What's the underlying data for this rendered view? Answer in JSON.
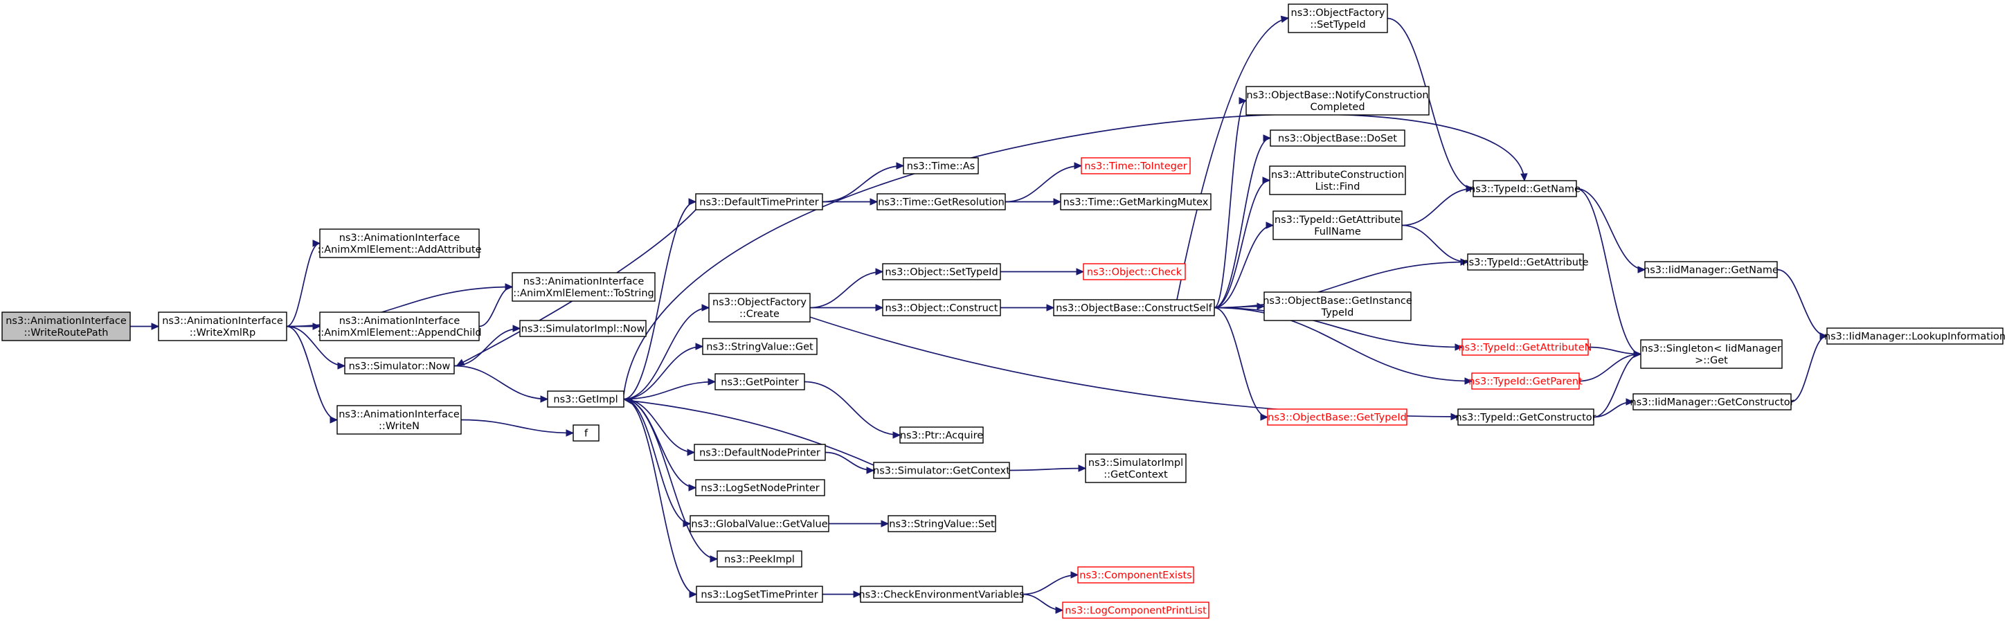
{
  "nodes": [
    {
      "id": "root",
      "lines": [
        "ns3::AnimationInterface",
        "::WriteRoutePath"
      ],
      "style": "root"
    },
    {
      "id": "writeXmlRp",
      "lines": [
        "ns3::AnimationInterface",
        "::WriteXmlRp"
      ]
    },
    {
      "id": "addAttribute",
      "lines": [
        "ns3::AnimationInterface",
        "::AnimXmlElement::AddAttribute"
      ]
    },
    {
      "id": "toString",
      "lines": [
        "ns3::AnimationInterface",
        "::AnimXmlElement::ToString"
      ]
    },
    {
      "id": "appendChild",
      "lines": [
        "ns3::AnimationInterface",
        "::AnimXmlElement::AppendChild"
      ]
    },
    {
      "id": "simImplNow",
      "lines": [
        "ns3::SimulatorImpl::Now"
      ]
    },
    {
      "id": "simNow",
      "lines": [
        "ns3::Simulator::Now"
      ]
    },
    {
      "id": "writeN",
      "lines": [
        "ns3::AnimationInterface",
        "::WriteN"
      ]
    },
    {
      "id": "f",
      "lines": [
        "f"
      ]
    },
    {
      "id": "getImpl",
      "lines": [
        "ns3::GetImpl"
      ]
    },
    {
      "id": "defaultTimePrinter",
      "lines": [
        "ns3::DefaultTimePrinter"
      ]
    },
    {
      "id": "timeAs",
      "lines": [
        "ns3::Time::As"
      ]
    },
    {
      "id": "getResolution",
      "lines": [
        "ns3::Time::GetResolution"
      ]
    },
    {
      "id": "toInteger",
      "lines": [
        "ns3::Time::ToInteger"
      ],
      "style": "red"
    },
    {
      "id": "markingMutex",
      "lines": [
        "ns3::Time::GetMarkingMutex"
      ]
    },
    {
      "id": "ofCreate",
      "lines": [
        "ns3::ObjectFactory",
        "::Create"
      ]
    },
    {
      "id": "setTypeIdObj",
      "lines": [
        "ns3::Object::SetTypeId"
      ]
    },
    {
      "id": "objCheck",
      "lines": [
        "ns3::Object::Check"
      ],
      "style": "red"
    },
    {
      "id": "objConstruct",
      "lines": [
        "ns3::Object::Construct"
      ]
    },
    {
      "id": "constructSelf",
      "lines": [
        "ns3::ObjectBase::ConstructSelf"
      ]
    },
    {
      "id": "stringValueGet",
      "lines": [
        "ns3::StringValue::Get"
      ]
    },
    {
      "id": "getPointer",
      "lines": [
        "ns3::GetPointer"
      ]
    },
    {
      "id": "ptrAcquire",
      "lines": [
        "ns3::Ptr::Acquire"
      ]
    },
    {
      "id": "defaultNodePrinter",
      "lines": [
        "ns3::DefaultNodePrinter"
      ]
    },
    {
      "id": "simGetContext",
      "lines": [
        "ns3::Simulator::GetContext"
      ]
    },
    {
      "id": "implGetContext",
      "lines": [
        "ns3::SimulatorImpl",
        "::GetContext"
      ]
    },
    {
      "id": "logSetNodePrinter",
      "lines": [
        "ns3::LogSetNodePrinter"
      ]
    },
    {
      "id": "globalValueGetValue",
      "lines": [
        "ns3::GlobalValue::GetValue"
      ]
    },
    {
      "id": "stringValueSet",
      "lines": [
        "ns3::StringValue::Set"
      ]
    },
    {
      "id": "peekImpl",
      "lines": [
        "ns3::PeekImpl"
      ]
    },
    {
      "id": "logSetTimePrinter",
      "lines": [
        "ns3::LogSetTimePrinter"
      ]
    },
    {
      "id": "checkEnv",
      "lines": [
        "ns3::CheckEnvironmentVariables"
      ]
    },
    {
      "id": "componentExists",
      "lines": [
        "ns3::ComponentExists"
      ],
      "style": "red"
    },
    {
      "id": "logComponentPrintList",
      "lines": [
        "ns3::LogComponentPrintList"
      ],
      "style": "red"
    },
    {
      "id": "ofSetTypeId",
      "lines": [
        "ns3::ObjectFactory",
        "::SetTypeId"
      ]
    },
    {
      "id": "notifyConstruction",
      "lines": [
        "ns3::ObjectBase::NotifyConstruction",
        "Completed"
      ]
    },
    {
      "id": "doSet",
      "lines": [
        "ns3::ObjectBase::DoSet"
      ]
    },
    {
      "id": "attrConstructionFind",
      "lines": [
        "ns3::AttributeConstruction",
        "List::Find"
      ]
    },
    {
      "id": "getAttributeFullName",
      "lines": [
        "ns3::TypeId::GetAttribute",
        "FullName"
      ]
    },
    {
      "id": "getInstanceTypeId",
      "lines": [
        "ns3::ObjectBase::GetInstance",
        "TypeId"
      ]
    },
    {
      "id": "obGetTypeId",
      "lines": [
        "ns3::ObjectBase::GetTypeId"
      ],
      "style": "red"
    },
    {
      "id": "typeIdGetName",
      "lines": [
        "ns3::TypeId::GetName"
      ]
    },
    {
      "id": "typeIdGetAttribute",
      "lines": [
        "ns3::TypeId::GetAttribute"
      ]
    },
    {
      "id": "getAttributeN",
      "lines": [
        "ns3::TypeId::GetAttributeN"
      ],
      "style": "red"
    },
    {
      "id": "getParent",
      "lines": [
        "ns3::TypeId::GetParent"
      ],
      "style": "red"
    },
    {
      "id": "getConstructor",
      "lines": [
        "ns3::TypeId::GetConstructor"
      ]
    },
    {
      "id": "iidGetName",
      "lines": [
        "ns3::IidManager::GetName"
      ]
    },
    {
      "id": "singletonGet",
      "lines": [
        "ns3::Singleton< IidManager",
        " >::Get"
      ]
    },
    {
      "id": "iidGetConstructor",
      "lines": [
        "ns3::IidManager::GetConstructor"
      ]
    },
    {
      "id": "lookupInformation",
      "lines": [
        "ns3::IidManager::LookupInformation"
      ]
    }
  ],
  "edges": [
    [
      "root",
      "writeXmlRp"
    ],
    [
      "writeXmlRp",
      "addAttribute"
    ],
    [
      "writeXmlRp",
      "toString"
    ],
    [
      "writeXmlRp",
      "appendChild"
    ],
    [
      "writeXmlRp",
      "simNow"
    ],
    [
      "writeXmlRp",
      "writeN"
    ],
    [
      "appendChild",
      "toString"
    ],
    [
      "simNow",
      "simImplNow"
    ],
    [
      "simNow",
      "getImpl"
    ],
    [
      "writeN",
      "f"
    ],
    [
      "getImpl",
      "defaultTimePrinter"
    ],
    [
      "getImpl",
      "ofCreate"
    ],
    [
      "getImpl",
      "stringValueGet"
    ],
    [
      "getImpl",
      "getPointer"
    ],
    [
      "getImpl",
      "defaultNodePrinter"
    ],
    [
      "getImpl",
      "logSetNodePrinter"
    ],
    [
      "getImpl",
      "globalValueGetValue"
    ],
    [
      "getImpl",
      "peekImpl"
    ],
    [
      "getImpl",
      "logSetTimePrinter"
    ],
    [
      "getImpl",
      "typeIdGetName"
    ],
    [
      "defaultTimePrinter",
      "timeAs"
    ],
    [
      "defaultTimePrinter",
      "getResolution"
    ],
    [
      "defaultTimePrinter",
      "simNow"
    ],
    [
      "getResolution",
      "toInteger"
    ],
    [
      "getResolution",
      "markingMutex"
    ],
    [
      "ofCreate",
      "setTypeIdObj"
    ],
    [
      "ofCreate",
      "objConstruct"
    ],
    [
      "ofCreate",
      "getConstructor"
    ],
    [
      "setTypeIdObj",
      "objCheck"
    ],
    [
      "objConstruct",
      "constructSelf"
    ],
    [
      "constructSelf",
      "ofSetTypeId"
    ],
    [
      "constructSelf",
      "notifyConstruction"
    ],
    [
      "constructSelf",
      "doSet"
    ],
    [
      "constructSelf",
      "attrConstructionFind"
    ],
    [
      "constructSelf",
      "getAttributeFullName"
    ],
    [
      "constructSelf",
      "typeIdGetAttribute"
    ],
    [
      "constructSelf",
      "getInstanceTypeId"
    ],
    [
      "constructSelf",
      "getAttributeN"
    ],
    [
      "constructSelf",
      "getParent"
    ],
    [
      "constructSelf",
      "obGetTypeId"
    ],
    [
      "getPointer",
      "ptrAcquire"
    ],
    [
      "defaultNodePrinter",
      "simGetContext"
    ],
    [
      "simGetContext",
      "implGetContext"
    ],
    [
      "simGetContext",
      "getImpl"
    ],
    [
      "globalValueGetValue",
      "stringValueSet"
    ],
    [
      "logSetTimePrinter",
      "checkEnv"
    ],
    [
      "checkEnv",
      "componentExists"
    ],
    [
      "checkEnv",
      "logComponentPrintList"
    ],
    [
      "ofSetTypeId",
      "typeIdGetName"
    ],
    [
      "getAttributeFullName",
      "typeIdGetName"
    ],
    [
      "getAttributeFullName",
      "typeIdGetAttribute"
    ],
    [
      "typeIdGetName",
      "iidGetName"
    ],
    [
      "typeIdGetName",
      "singletonGet"
    ],
    [
      "iidGetName",
      "lookupInformation"
    ],
    [
      "getAttributeN",
      "singletonGet"
    ],
    [
      "getParent",
      "singletonGet"
    ],
    [
      "getConstructor",
      "singletonGet"
    ],
    [
      "getConstructor",
      "iidGetConstructor"
    ],
    [
      "iidGetConstructor",
      "lookupInformation"
    ]
  ]
}
